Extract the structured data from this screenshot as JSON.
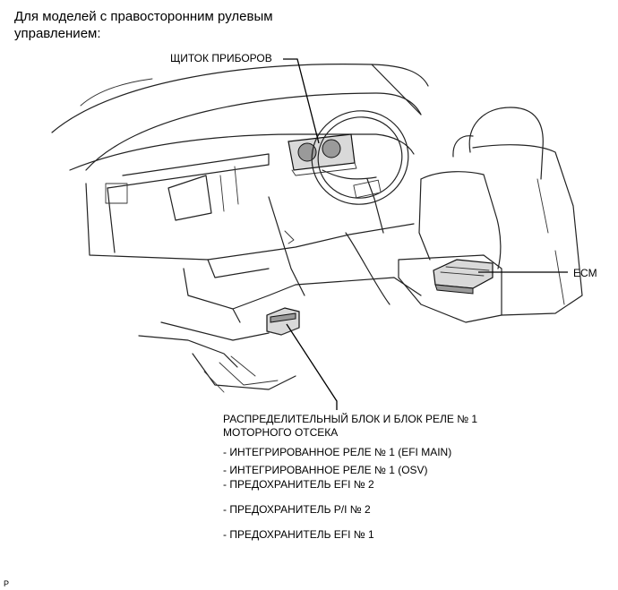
{
  "heading": {
    "line1": "Для моделей с правосторонним рулевым",
    "line2": "управлением:"
  },
  "callouts": {
    "combination_meter": "ЩИТОК ПРИБОРОВ",
    "ecm": "ECM",
    "relay_block": {
      "line1": "РАСПРЕДЕЛИТЕЛЬНЫЙ БЛОК И БЛОК РЕЛЕ № 1",
      "line2": "МОТОРНОГО ОТСЕКА",
      "items": [
        "- ИНТЕГРИРОВАННОЕ РЕЛЕ № 1 (EFI MAIN)",
        "- ИНТЕГРИРОВАННОЕ РЕЛЕ № 1 (OSV)",
        "- ПРЕДОХРАНИТЕЛЬ EFI № 2",
        "- ПРЕДОХРАНИТЕЛЬ P/I №  2",
        "- ПРЕДОХРАНИТЕЛЬ EFI № 1"
      ]
    }
  },
  "footer_mark": "P",
  "icons": {
    "combination_meter": "instrument-cluster-icon",
    "ecm": "ecu-module-icon",
    "relay_block": "relay-block-icon"
  }
}
